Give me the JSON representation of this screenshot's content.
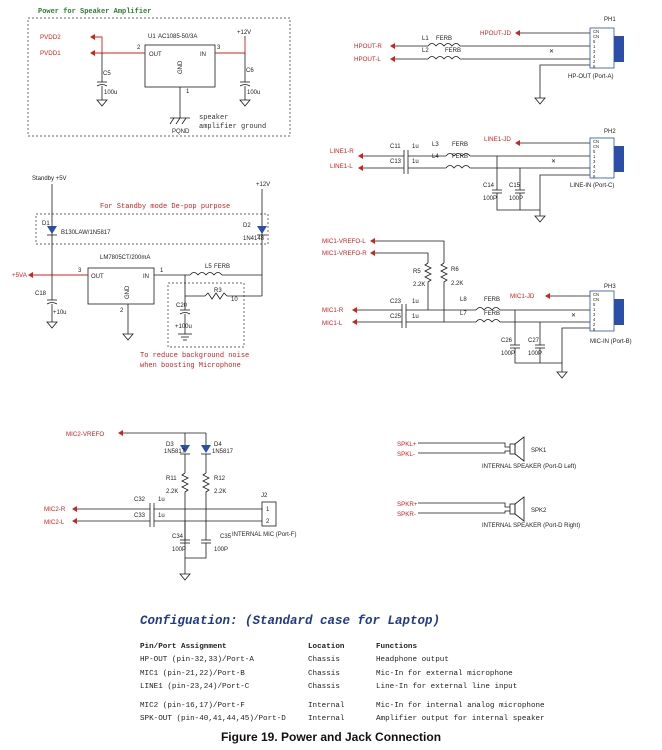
{
  "section_titles": {
    "power_amp": "Power for Speaker Amplifier"
  },
  "notes": {
    "standby_depop": "For Standby mode De-pop purpose",
    "reduce_noise_1": "To reduce background noise",
    "reduce_noise_2": "when boosting Microphone",
    "speaker_gnd_1": "speaker",
    "speaker_gnd_2": "amplifier ground"
  },
  "nets": {
    "pvdd2": "PVDD2",
    "pvdd1": "PVDD1",
    "plus12v_top": "+12V",
    "pqnd": "PQND",
    "standby5v": "Standby +5V",
    "plus12v_mid": "+12V",
    "plus5va": "+5VA",
    "hpout_jd": "HPOUT-JD",
    "hpout_r": "HPOUT-R",
    "hpout_l": "HPOUT-L",
    "line1_jd": "LINE1-JD",
    "line1_r": "LINE1-R",
    "line1_l": "LINE1-L",
    "mic1_vrefo_l": "MIC1-VREFO-L",
    "mic1_vrefo_r": "MIC1-VREFO-R",
    "mic1_r": "MIC1-R",
    "mic1_l": "MIC1-L",
    "mic1_jd": "MIC1-JD",
    "mic2_vrefo": "MIC2-VREFO",
    "mic2_r": "MIC2-R",
    "mic2_l": "MIC2-L",
    "spkl_p": "SPKL+",
    "spkl_n": "SPKL-",
    "spkr_p": "SPKR+",
    "spkr_n": "SPKR-"
  },
  "components": {
    "u1": "U1",
    "u1_part": "AC1085-50/3A",
    "u1_out": "OUT",
    "u1_in": "IN",
    "u1_gnd": "GND",
    "u1_pin2": "2",
    "u1_pin3": "3",
    "u1_pin1": "1",
    "c5": "C5",
    "c5_val": "100u",
    "c6": "C6",
    "c6_val": "100u",
    "d1": "D1",
    "d1_part": "B130LAW/1N5817",
    "d2": "D2",
    "d2_part": "1N4148",
    "reg2_part": "LM7805CT/200mA",
    "reg2_out": "OUT",
    "reg2_in": "IN",
    "reg2_gnd": "GND",
    "reg2_pin3": "3",
    "reg2_pin1": "1",
    "reg2_pin2": "2",
    "c18": "C18",
    "c18_val": "+10u",
    "l5": "L5",
    "l5_part": "FERB",
    "c20": "C20",
    "c20_val": "+100u",
    "r3": "R3",
    "r3_val": "10",
    "l1": "L1",
    "l1_part": "FERB",
    "l2": "L2",
    "l2_part": "FERB",
    "ph1": "PH1",
    "ph1_desc": "HP-OUT (Port-A)",
    "c11": "C11",
    "c11_val": "1u",
    "c13": "C13",
    "c13_val": "1u",
    "l3": "L3",
    "l3_part": "FERB",
    "l4": "L4",
    "l4_part": "FERB",
    "c14": "C14",
    "c14_val": "100P",
    "c15": "C15",
    "c15_val": "100P",
    "ph2": "PH2",
    "ph2_desc": "LINE-IN (Port-C)",
    "r5": "R5",
    "r5_val": "2.2K",
    "r6": "R6",
    "r6_val": "2.2K",
    "c23": "C23",
    "c23_val": "1u",
    "c25": "C25",
    "c25_val": "1u",
    "l8": "L8",
    "l8_part": "FERB",
    "l7": "L7",
    "l7_part": "FERB",
    "c26": "C26",
    "c26_val": "100P",
    "c27": "C27",
    "c27_val": "100P",
    "ph3": "PH3",
    "ph3_desc": "MIC-IN (Port-B)",
    "d3": "D3",
    "d3_part": "1N5817",
    "d4": "D4",
    "d4_part": "1N5817",
    "r11": "R11",
    "r11_val": "2.2K",
    "r12": "R12",
    "r12_val": "2.2K",
    "c32": "C32",
    "c32_val": "1u",
    "c33": "C33",
    "c33_val": "1u",
    "c34": "C34",
    "c34_val": "100P",
    "c35": "C35",
    "c35_val": "100P",
    "j2": "J2",
    "j2_pin1": "1",
    "j2_pin2": "2",
    "j2_desc": "INTERNAL MIC (Port-F)",
    "spk1": "SPK1",
    "spk1_desc": "INTERNAL SPEAKER (Port-D Left)",
    "spk2": "SPK2",
    "spk2_desc": "INTERNAL SPEAKER (Port-D Right)",
    "jack_pins": [
      "CN",
      "CN",
      "5",
      "1",
      "3",
      "4",
      "2",
      "6"
    ]
  },
  "config": {
    "title": "Configuation: (Standard case for Laptop)",
    "headers": [
      "Pin/Port Assignment",
      "Location",
      "Functions"
    ],
    "rows": [
      [
        "HP-OUT (pin-32,33)/Port-A",
        "Chassis",
        "Headphone output"
      ],
      [
        "MIC1 (pin-21,22)/Port-B",
        "Chassis",
        "Mic-In for external microphone"
      ],
      [
        "LINE1 (pin-23,24)/Port-C",
        "Chassis",
        "Line-In for external line input"
      ],
      [
        "MIC2 (pin-16,17)/Port-F",
        "Internal",
        "Mic-In for internal analog microphone"
      ],
      [
        "SPK-OUT (pin-40,41,44,45)/Port-D",
        "Internal",
        "Amplifier output for internal speaker"
      ]
    ]
  },
  "caption": "Figure 19.   Power and Jack Connection",
  "colors": {
    "net_red": "#cc2222",
    "title_green": "#2e7d32",
    "config_blue": "#1f3a8a",
    "jack_blue": "#2b4fa8"
  }
}
